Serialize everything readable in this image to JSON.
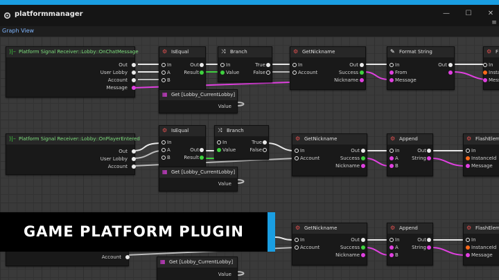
{
  "window": {
    "title": "platformmanager",
    "minimize": "—",
    "maximize": "☐",
    "close": "✕",
    "menu": "≡"
  },
  "subbar": {
    "label": "Graph View"
  },
  "banner": {
    "text": "GAME PLATFORM PLUGIN"
  },
  "colors": {
    "accent": "#1a9ee2",
    "exec": "#e8e8e8",
    "bool": "#3fd13f",
    "string": "#e040e0",
    "object": "#ff6a1a"
  },
  "nodes": {
    "recv1": {
      "title": "Platform Signal Receiver::Lobby::OnChatMessage",
      "pins": [
        "Out",
        "User Lobby",
        "Account",
        "Message"
      ]
    },
    "isEqual1": {
      "title": "IsEqual",
      "ins": [
        "In",
        "A",
        "B"
      ],
      "outs": [
        "Out",
        "Result"
      ]
    },
    "branch1": {
      "title": "Branch",
      "ins": [
        "In",
        "Value"
      ],
      "outs": [
        "True",
        "False"
      ]
    },
    "nick1": {
      "title": "GetNickname",
      "ins": [
        "In",
        "Account"
      ],
      "outs": [
        "Out",
        "Success",
        "Nickname"
      ]
    },
    "fmt1": {
      "title": "Format String",
      "ins": [
        "In",
        "From",
        "Message"
      ],
      "outs": [
        "Out"
      ]
    },
    "flash1": {
      "title": "F",
      "ins": [
        "In",
        "Instanc",
        "Messa"
      ]
    },
    "lobby1": {
      "title": "Get [Lobby_CurrentLobby]",
      "out": "Value"
    },
    "recv2": {
      "title": "Platform Signal Receiver::Lobby::OnPlayerEntered",
      "pins": [
        "Out",
        "User Lobby",
        "Account"
      ]
    },
    "isEqual2": {
      "title": "IsEqual",
      "ins": [
        "In",
        "A",
        "B"
      ],
      "outs": [
        "Out",
        "Result"
      ]
    },
    "branch2": {
      "title": "Branch",
      "ins": [
        "In",
        "Value"
      ],
      "outs": [
        "True",
        "False"
      ]
    },
    "nick2": {
      "title": "GetNickname",
      "ins": [
        "In",
        "Account"
      ],
      "outs": [
        "Out",
        "Success",
        "Nickname"
      ]
    },
    "append2": {
      "title": "Append",
      "ins": [
        "In",
        "A",
        "B"
      ],
      "outs": [
        "Out",
        "String"
      ]
    },
    "flash2": {
      "title": "FlashEleme",
      "ins": [
        "In",
        "InstanceId",
        "Message"
      ]
    },
    "lobby2": {
      "title": "Get [Lobby_CurrentLobby]",
      "out": "Value"
    },
    "recv3": {
      "pins": [
        "Account"
      ]
    },
    "nick3": {
      "title": "GetNickname",
      "ins": [
        "In",
        "Account"
      ],
      "outs": [
        "Out",
        "Success",
        "Nickname"
      ]
    },
    "append3": {
      "title": "Append",
      "ins": [
        "In",
        "A",
        "B"
      ],
      "outs": [
        "Out",
        "String"
      ]
    },
    "flash3": {
      "title": "FlashEleme",
      "ins": [
        "In",
        "InstanceId",
        "Message"
      ]
    },
    "lobby3": {
      "title": "Get [Lobby_CurrentLobby]",
      "out": "Value"
    }
  }
}
